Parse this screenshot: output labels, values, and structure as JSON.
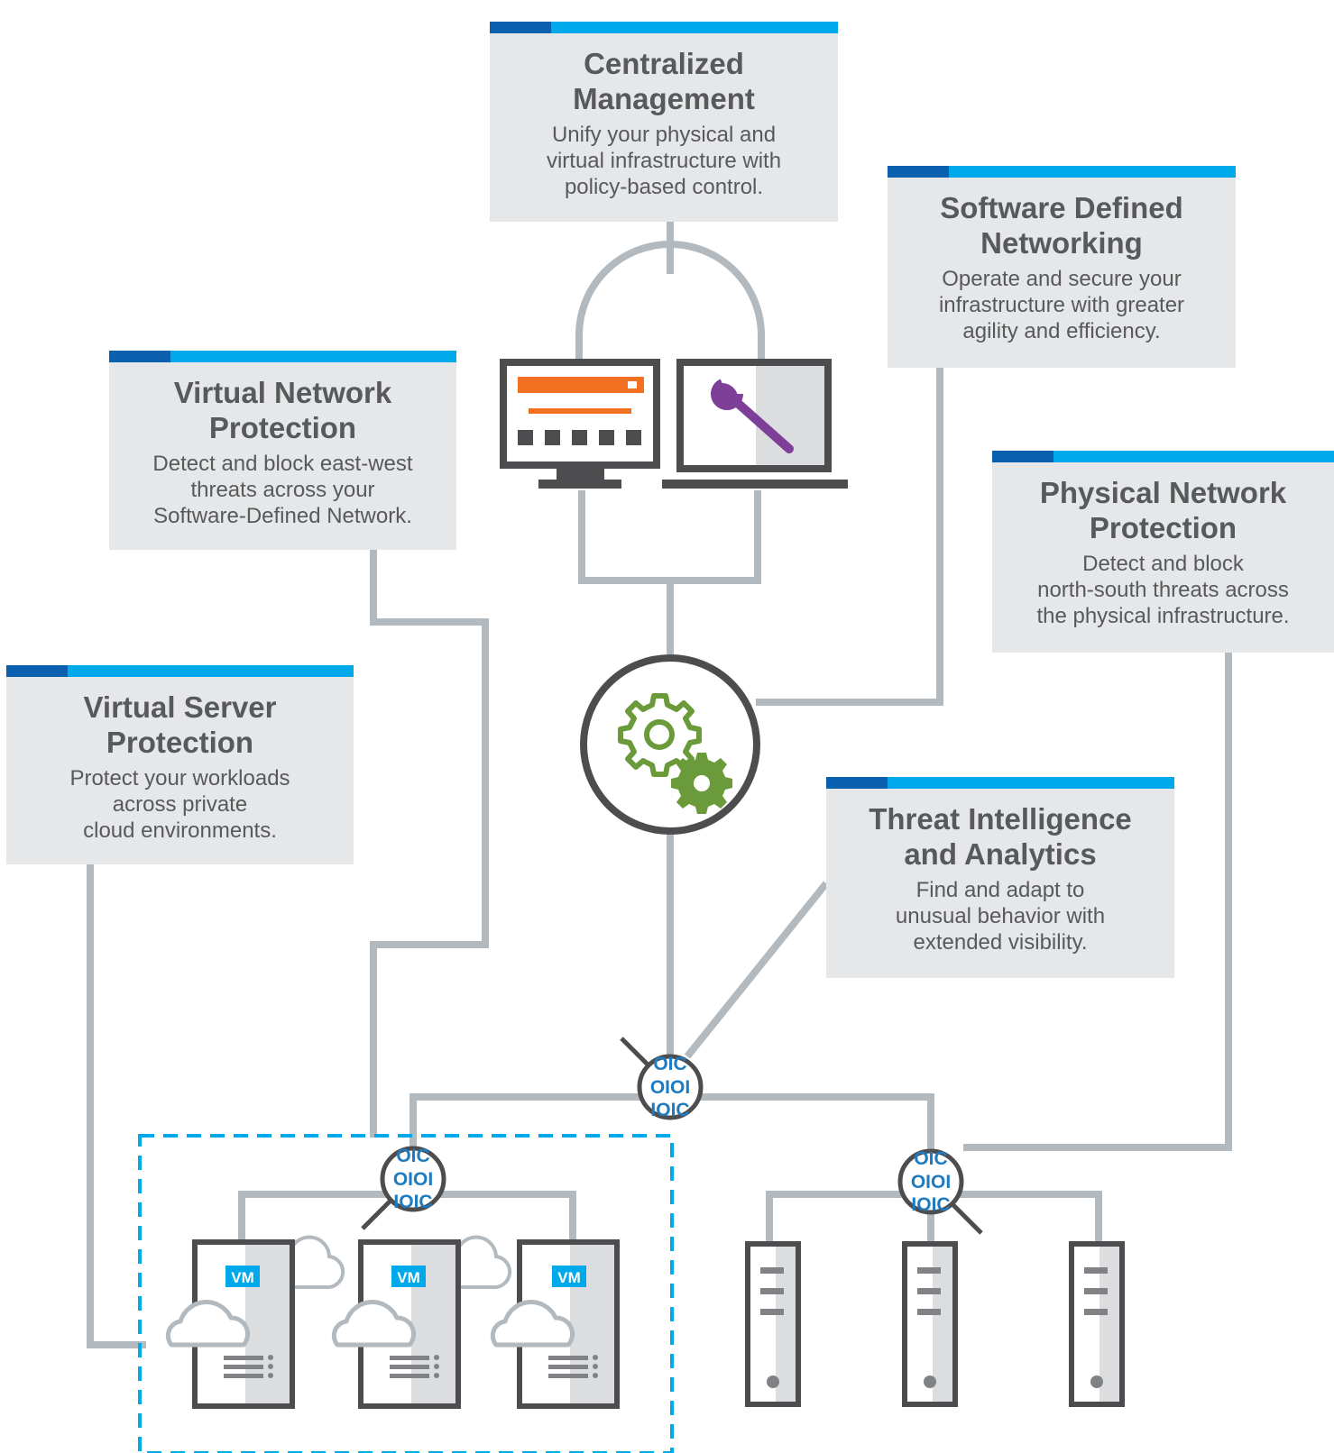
{
  "cards": {
    "centralized": {
      "title": [
        "Centralized",
        "Management"
      ],
      "desc": [
        "Unify your physical and",
        "virtual infrastructure with",
        "policy-based control."
      ]
    },
    "sdn": {
      "title": [
        "Software Defined",
        "Networking"
      ],
      "desc": [
        "Operate and secure your",
        "infrastructure with greater",
        "agility and efficiency."
      ]
    },
    "vnp": {
      "title": [
        "Virtual Network",
        "Protection"
      ],
      "desc": [
        "Detect and block east-west",
        "threats across your",
        "Software-Defined Network."
      ]
    },
    "pnp": {
      "title": [
        "Physical Network",
        "Protection"
      ],
      "desc": [
        "Detect and block",
        "north-south threats across",
        "the physical infrastructure."
      ]
    },
    "vsp": {
      "title": [
        "Virtual Server",
        "Protection"
      ],
      "desc": [
        "Protect your workloads",
        "across private",
        "cloud environments."
      ]
    },
    "tia": {
      "title": [
        "Threat Intelligence",
        "and Analytics"
      ],
      "desc": [
        "Find and adapt to",
        "unusual behavior with",
        "extended visibility."
      ]
    }
  },
  "vm_label": "VM",
  "inspector_glyphs": [
    "OIC",
    "OIOI",
    "IOIC"
  ],
  "colors": {
    "card_bg": "#e6e7e8",
    "bar_light": "#00a9ea",
    "bar_dark": "#0a5fae",
    "text": "#58595b",
    "connector": "#b2b9bf",
    "device_dark": "#4d4d4f",
    "orange": "#f36f21",
    "purple": "#7d3f98",
    "gear_green": "#6b9a3a",
    "inspector_blue": "#1f7bbf",
    "dashed_blue": "#00a9ea"
  }
}
